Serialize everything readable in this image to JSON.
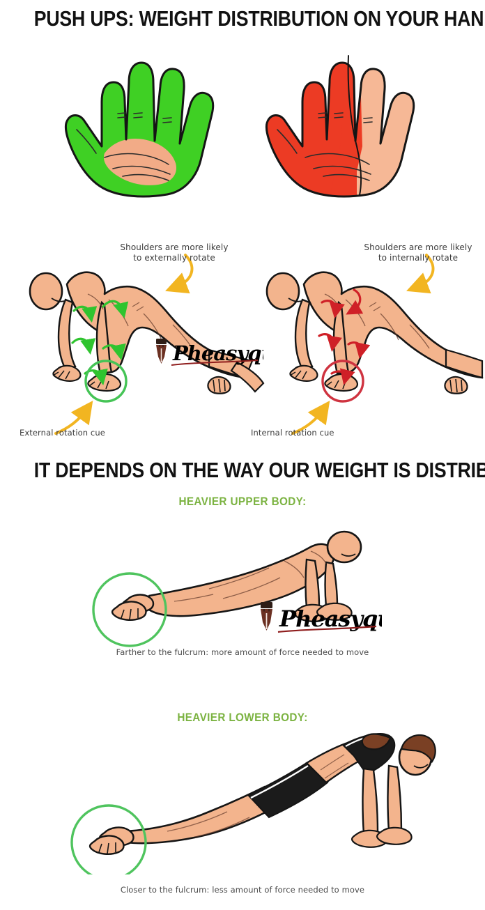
{
  "headings": {
    "top": "PUSH UPS: WEIGHT DISTRIBUTION ON YOUR HANDS",
    "middle": "IT DEPENDS ON THE WAY OUR WEIGHT IS DISTRIBUTED..",
    "heavier_upper": "HEAVIER UPPER BODY:",
    "heavier_lower": "HEAVIER LOWER BODY:"
  },
  "hands": {
    "left": {
      "label": "green-hand",
      "highlight_color": "#3fd024",
      "skin_color": "#f2ab87",
      "outline_color": "#151515"
    },
    "right": {
      "label": "red-hand",
      "highlight_color": "#ec3b24",
      "skin_color": "#f6b896",
      "outline_color": "#151515"
    }
  },
  "figures": {
    "left": {
      "note": "Shoulders are more likely\nto externally rotate",
      "note_line1": "Shoulders are more likely",
      "note_line2": "to externally rotate",
      "cue": "External rotation cue",
      "arrow_color": "#2fc42f",
      "circle_color": "#45c456",
      "pointer_color": "#f2b521"
    },
    "right": {
      "note_line1": "Shoulders are more likely",
      "note_line2": "to internally rotate",
      "cue": "Internal rotation cue",
      "arrow_color": "#cf2027",
      "circle_color": "#cf3340",
      "pointer_color": "#f2b521"
    }
  },
  "panels": {
    "upper": {
      "caption": "Farther to the fulcrum: more amount of force needed to move",
      "circle_color": "#4fc45e"
    },
    "lower": {
      "caption": "Closer to the fulcrum: less amount of force needed to move",
      "circle_color": "#4fc45e"
    }
  },
  "watermark": {
    "text": "Pheasyque",
    "nib_color": "#6b3022",
    "text_color": "#14120f"
  },
  "colors": {
    "background": "#ffffff",
    "headline": "#121212",
    "section_green": "#7cb342",
    "skin": "#f3b48d",
    "skin_shadow": "#e79a72",
    "ink": "#151515",
    "apparel_black": "#1b1b1b",
    "hair_brown": "#7a4024"
  }
}
